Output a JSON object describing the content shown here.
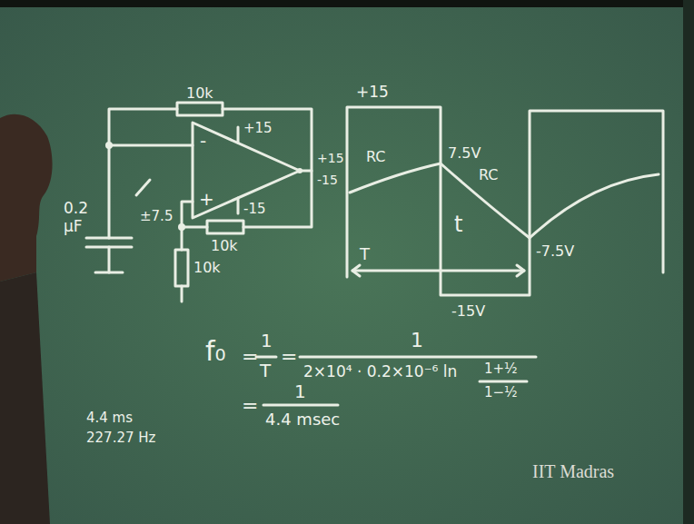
{
  "diagram": {
    "labels": [
      "10k",
      "+15",
      "-",
      "+",
      "-15",
      "+15",
      "-15",
      "±7.5",
      "10k",
      "10k",
      "0.2",
      "μF",
      "+15",
      "RC",
      "7.5V",
      "RC",
      "t",
      "T",
      "-7.5V",
      "-15V",
      "f₀",
      "=",
      "1",
      "T",
      "=",
      "1",
      "2×10⁴ · 0.2×10⁻⁶ ln",
      "1+½",
      "1−½",
      "=",
      "1",
      "4.4 msec",
      "4.4 ms",
      "227.27 Hz",
      "IIT Madras"
    ]
  }
}
